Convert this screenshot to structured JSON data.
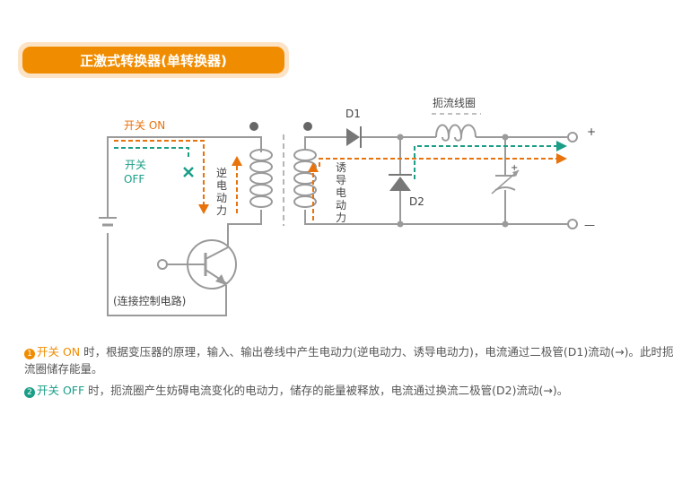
{
  "title": "正激式转换器(单转换器)",
  "diagram": {
    "switch_on": "开关 ON",
    "switch_off_line1": "开关",
    "switch_off_line2": "OFF",
    "back_emf": [
      "逆",
      "电",
      "动",
      "力"
    ],
    "induced_emf": [
      "诱",
      "导",
      "电",
      "动",
      "力"
    ],
    "d1": "D1",
    "d2": "D2",
    "choke": "扼流线圈",
    "control_circuit": "(连接控制电路)",
    "plus": "+",
    "minus": "—",
    "cap_plus": "+"
  },
  "notes": [
    {
      "num": "1",
      "state": "开关 ON",
      "text": " 时，根据变压器的原理，输入、输出卷线中产生电动力(逆电动力、诱导电动力)，电流通过二极管(D1)流动(→)。此时扼流圈储存能量。"
    },
    {
      "num": "2",
      "state": "开关 OFF",
      "text": " 时，扼流圈产生妨碍电流变化的电动力，储存的能量被释放，电流通过换流二极管(D2)流动(→)。"
    }
  ],
  "colors": {
    "orange": "#f08c00",
    "teal": "#1a9e87",
    "wire": "#999999"
  }
}
